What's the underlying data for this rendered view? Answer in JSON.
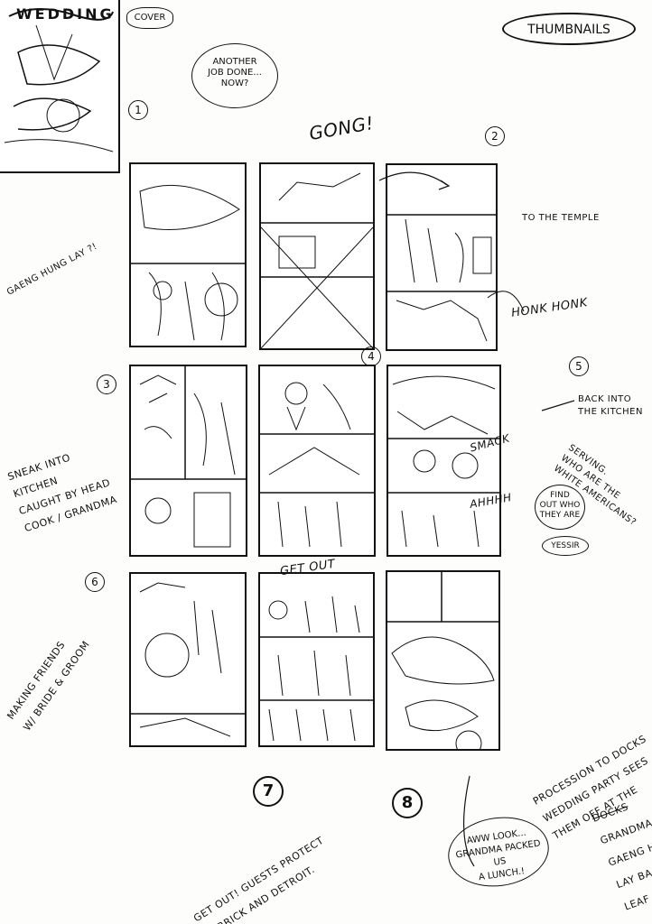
{
  "header": {
    "title": "THUMBNAILS",
    "cover_label": "COVER",
    "cover_letters": "WEDDING"
  },
  "speech": {
    "another_job": [
      "ANOTHER",
      "JOB DONE...",
      "NOW?"
    ],
    "aww_look": [
      "AWW LOOK...",
      "GRANDMA PACKED US",
      "A LUNCH.!"
    ],
    "find_out": [
      "FIND",
      "OUT WHO",
      "THEY ARE"
    ],
    "yessir": "YESSIR",
    "get_out_sfx": "GET OUT",
    "gong_sfx": "GONG!",
    "honk_sfx": "HONK HONK",
    "smack_sfx": "SMACK",
    "ahhhh_sfx": "AHHHH"
  },
  "numbers": {
    "n1": "1",
    "n2": "2",
    "n3": "3",
    "n4": "4",
    "n5": "5",
    "n6": "6",
    "n7": "7",
    "n8": "8"
  },
  "notes": {
    "to_the_temple": "TO THE TEMPLE",
    "gaeng_hung_lay": "GAENG HUNG LAY ?!",
    "back_into_kitchen": [
      "BACK INTO",
      "THE KITCHEN"
    ],
    "serving": [
      "SERVING.",
      "WHO ARE THE",
      "WHITE AMERICANS?"
    ],
    "sneak": [
      "SNEAK INTO",
      "KITCHEN",
      "CAUGHT BY HEAD",
      "COOK / GRANDMA"
    ],
    "making_friends": [
      "MAKING FRIENDS",
      "W/ BRIDE & GROOM"
    ],
    "get_out_note": [
      "GET OUT! GUESTS PROTECT",
      "MERRICK AND DETROIT."
    ],
    "procession": [
      "PROCESSION TO DOCKS",
      "WEDDING PARTY SEES",
      "THEM OFF AT THE",
      "DOCKS",
      "GRANDMA PA",
      "GAENG HUN",
      "LAY BA",
      "LEAF PA"
    ]
  }
}
